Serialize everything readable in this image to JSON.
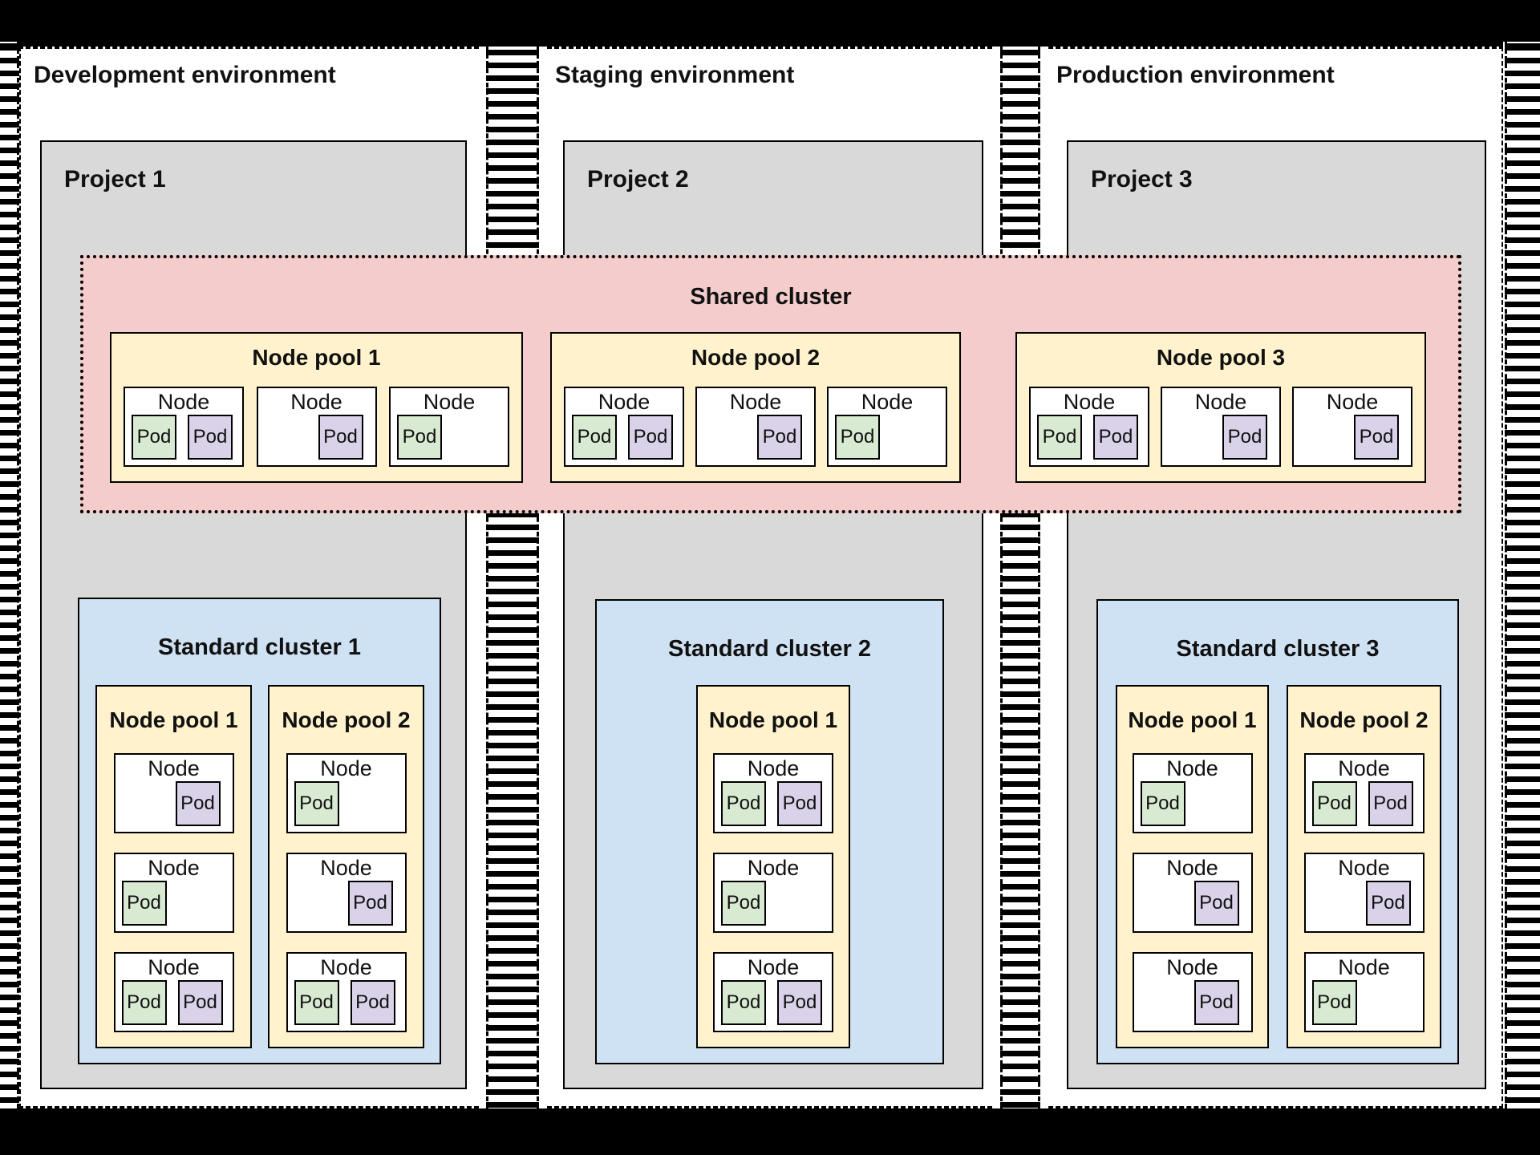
{
  "colors": {
    "green": "#D9EAD3",
    "purple": "#D9D2E9",
    "yellow": "#FFF2CC",
    "blue": "#CFE2F3",
    "pink": "#F4CCCC",
    "gray": "#D9D9D9"
  },
  "diagram": {
    "environments": [
      {
        "label": "Development environment",
        "project_label": "Project 1"
      },
      {
        "label": "Staging environment",
        "project_label": "Project 2"
      },
      {
        "label": "Production environment",
        "project_label": "Project 3"
      }
    ],
    "shared_cluster": {
      "label": "Shared cluster",
      "node_pools": [
        {
          "label": "Node pool 1",
          "nodes": [
            {
              "label": "Node",
              "align": "left",
              "pods": [
                {
                  "label": "Pod",
                  "color": "green"
                },
                {
                  "label": "Pod",
                  "color": "purple"
                }
              ]
            },
            {
              "label": "Node",
              "align": "right",
              "pods": [
                {
                  "label": "Pod",
                  "color": "purple"
                }
              ]
            },
            {
              "label": "Node",
              "align": "left",
              "pods": [
                {
                  "label": "Pod",
                  "color": "green"
                }
              ]
            }
          ]
        },
        {
          "label": "Node pool 2",
          "nodes": [
            {
              "label": "Node",
              "align": "left",
              "pods": [
                {
                  "label": "Pod",
                  "color": "green"
                },
                {
                  "label": "Pod",
                  "color": "purple"
                }
              ]
            },
            {
              "label": "Node",
              "align": "right",
              "pods": [
                {
                  "label": "Pod",
                  "color": "purple"
                }
              ]
            },
            {
              "label": "Node",
              "align": "left",
              "pods": [
                {
                  "label": "Pod",
                  "color": "green"
                }
              ]
            }
          ]
        },
        {
          "label": "Node pool 3",
          "nodes": [
            {
              "label": "Node",
              "align": "left",
              "pods": [
                {
                  "label": "Pod",
                  "color": "green"
                },
                {
                  "label": "Pod",
                  "color": "purple"
                }
              ]
            },
            {
              "label": "Node",
              "align": "right",
              "pods": [
                {
                  "label": "Pod",
                  "color": "purple"
                }
              ]
            },
            {
              "label": "Node",
              "align": "right",
              "pods": [
                {
                  "label": "Pod",
                  "color": "purple"
                }
              ]
            }
          ]
        }
      ]
    },
    "standard_clusters": [
      {
        "label": "Standard cluster 1",
        "node_pools": [
          {
            "label": "Node pool 1",
            "nodes": [
              {
                "label": "Node",
                "align": "right",
                "pods": [
                  {
                    "label": "Pod",
                    "color": "purple"
                  }
                ]
              },
              {
                "label": "Node",
                "align": "left",
                "pods": [
                  {
                    "label": "Pod",
                    "color": "green"
                  }
                ]
              },
              {
                "label": "Node",
                "align": "left",
                "pods": [
                  {
                    "label": "Pod",
                    "color": "green"
                  },
                  {
                    "label": "Pod",
                    "color": "purple"
                  }
                ]
              }
            ]
          },
          {
            "label": "Node pool 2",
            "nodes": [
              {
                "label": "Node",
                "align": "left",
                "pods": [
                  {
                    "label": "Pod",
                    "color": "green"
                  }
                ]
              },
              {
                "label": "Node",
                "align": "right",
                "pods": [
                  {
                    "label": "Pod",
                    "color": "purple"
                  }
                ]
              },
              {
                "label": "Node",
                "align": "left",
                "pods": [
                  {
                    "label": "Pod",
                    "color": "green"
                  },
                  {
                    "label": "Pod",
                    "color": "purple"
                  }
                ]
              }
            ]
          }
        ]
      },
      {
        "label": "Standard cluster 2",
        "node_pools": [
          {
            "label": "Node pool 1",
            "nodes": [
              {
                "label": "Node",
                "align": "left",
                "pods": [
                  {
                    "label": "Pod",
                    "color": "green"
                  },
                  {
                    "label": "Pod",
                    "color": "purple"
                  }
                ]
              },
              {
                "label": "Node",
                "align": "left",
                "pods": [
                  {
                    "label": "Pod",
                    "color": "green"
                  }
                ]
              },
              {
                "label": "Node",
                "align": "left",
                "pods": [
                  {
                    "label": "Pod",
                    "color": "green"
                  },
                  {
                    "label": "Pod",
                    "color": "purple"
                  }
                ]
              }
            ]
          }
        ]
      },
      {
        "label": "Standard cluster 3",
        "node_pools": [
          {
            "label": "Node pool 1",
            "nodes": [
              {
                "label": "Node",
                "align": "left",
                "pods": [
                  {
                    "label": "Pod",
                    "color": "green"
                  }
                ]
              },
              {
                "label": "Node",
                "align": "right",
                "pods": [
                  {
                    "label": "Pod",
                    "color": "purple"
                  }
                ]
              },
              {
                "label": "Node",
                "align": "right",
                "pods": [
                  {
                    "label": "Pod",
                    "color": "purple"
                  }
                ]
              }
            ]
          },
          {
            "label": "Node pool 2",
            "nodes": [
              {
                "label": "Node",
                "align": "left",
                "pods": [
                  {
                    "label": "Pod",
                    "color": "green"
                  },
                  {
                    "label": "Pod",
                    "color": "purple"
                  }
                ]
              },
              {
                "label": "Node",
                "align": "right",
                "pods": [
                  {
                    "label": "Pod",
                    "color": "purple"
                  }
                ]
              },
              {
                "label": "Node",
                "align": "left",
                "pods": [
                  {
                    "label": "Pod",
                    "color": "green"
                  }
                ]
              }
            ]
          }
        ]
      }
    ]
  }
}
